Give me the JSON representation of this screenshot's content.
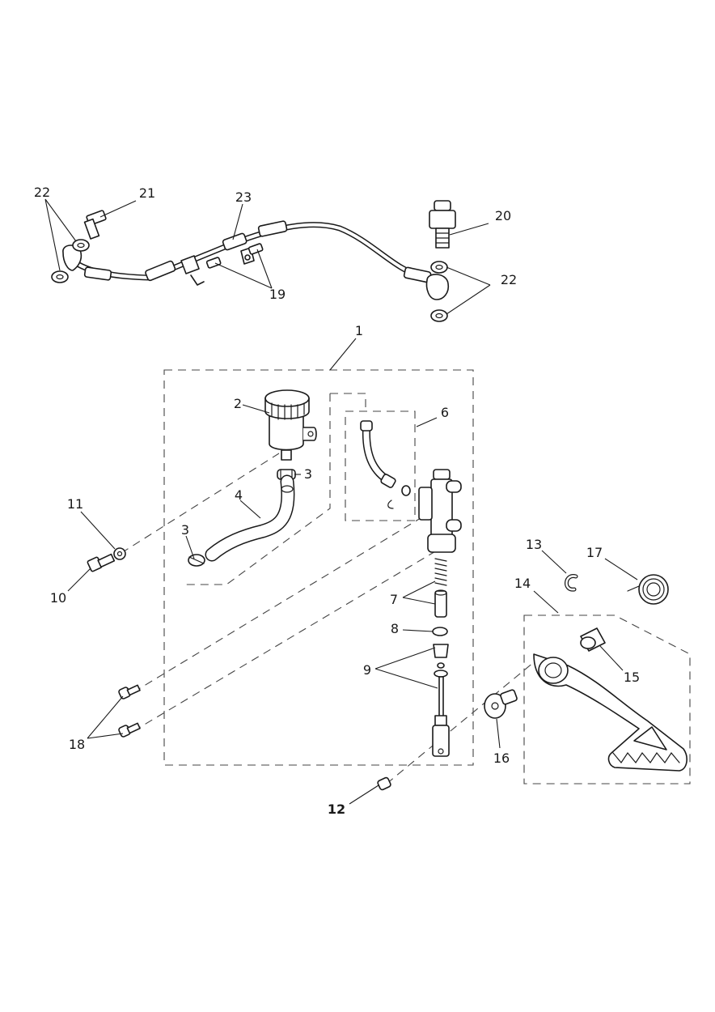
{
  "callouts": {
    "c1": "1",
    "c2": "2",
    "c3a": "3",
    "c3b": "3",
    "c4": "4",
    "c6": "6",
    "c7": "7",
    "c8": "8",
    "c9": "9",
    "c10": "10",
    "c11": "11",
    "c12": "12",
    "c13": "13",
    "c14": "14",
    "c15": "15",
    "c16": "16",
    "c17": "17",
    "c18": "18",
    "c19": "19",
    "c20": "20",
    "c21": "21",
    "c22a": "22",
    "c22b": "22",
    "c23": "23"
  },
  "colors": {
    "line": "#1a1a1a",
    "background": "#ffffff"
  }
}
